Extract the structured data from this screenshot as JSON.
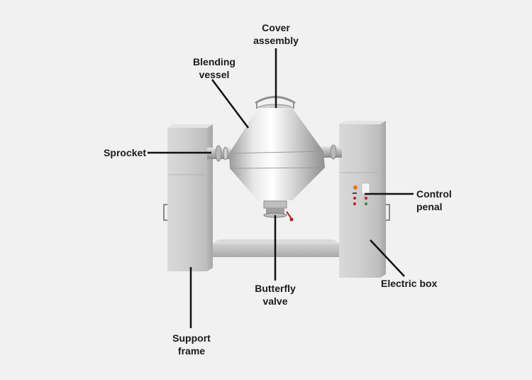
{
  "labels": {
    "cover_assembly": "Cover\nassembly",
    "blending_vessel": "Blending\nvessel",
    "sprocket": "Sprocket",
    "control_panel": "Control\npenal",
    "butterfly_valve": "Butterfly\nvalve",
    "electric_box": "Electric box",
    "support_frame": "Support\nframe"
  },
  "colors": {
    "background": "#f1f1f1",
    "leader_line": "#111111",
    "steel_light": "#e2e2e2",
    "steel_mid": "#c8c8c8",
    "steel_dark": "#9c9c9c",
    "indicator_orange": "#e07b1a",
    "indicator_red": "#c0201a",
    "indicator_green": "#2a8a3a"
  }
}
